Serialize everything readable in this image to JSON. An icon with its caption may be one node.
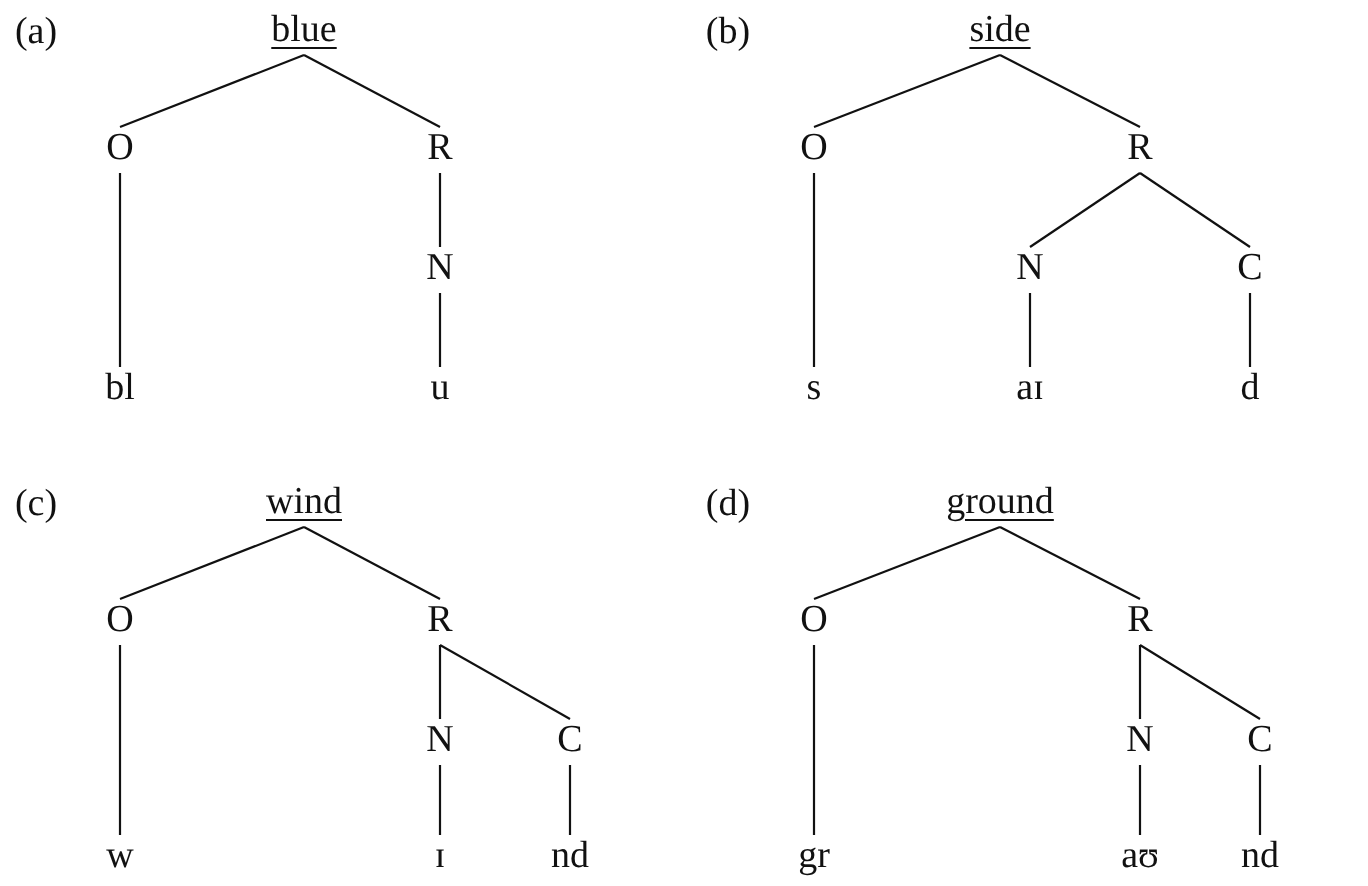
{
  "diagram": {
    "nodes": [
      {
        "text": [
          "blue"
        ]
      },
      {
        "text": [
          "O"
        ]
      },
      {
        "text": [
          "R"
        ]
      },
      {
        "text": [
          "N"
        ]
      },
      {
        "text": [
          "bl"
        ]
      },
      {
        "text": [
          "u"
        ]
      },
      {
        "text": [
          "side"
        ]
      },
      {
        "text": [
          "O"
        ]
      },
      {
        "text": [
          "R"
        ]
      },
      {
        "text": [
          "N"
        ]
      },
      {
        "text": [
          "C"
        ]
      },
      {
        "text": [
          "s"
        ]
      },
      {
        "text": [
          "aɪ"
        ]
      },
      {
        "text": [
          "d"
        ]
      },
      {
        "text": [
          "wind"
        ]
      },
      {
        "text": [
          "O"
        ]
      },
      {
        "text": [
          "R"
        ]
      },
      {
        "text": [
          "N"
        ]
      },
      {
        "text": [
          "C"
        ]
      },
      {
        "text": [
          "w"
        ]
      },
      {
        "text": [
          "ɪ"
        ]
      },
      {
        "text": [
          "nd"
        ]
      },
      {
        "text": [
          "ground"
        ]
      },
      {
        "text": [
          "O"
        ]
      },
      {
        "text": [
          "R"
        ]
      },
      {
        "text": [
          "N"
        ]
      },
      {
        "text": [
          "C"
        ]
      },
      {
        "text": [
          "gr"
        ]
      },
      {
        "text": [
          "aʊ"
        ]
      },
      {
        "text": [
          "nd"
        ]
      }
    ],
    "edges": [
      {
        "from": 0,
        "to": 1,
        "arrow": "none"
      },
      {
        "from": 0,
        "to": 2,
        "arrow": "none"
      },
      {
        "from": 2,
        "to": 3,
        "arrow": "none"
      },
      {
        "from": 1,
        "to": 4,
        "arrow": "none"
      },
      {
        "from": 3,
        "to": 5,
        "arrow": "none"
      },
      {
        "from": 6,
        "to": 7,
        "arrow": "none"
      },
      {
        "from": 6,
        "to": 8,
        "arrow": "none"
      },
      {
        "from": 8,
        "to": 9,
        "arrow": "none"
      },
      {
        "from": 8,
        "to": 10,
        "arrow": "none"
      },
      {
        "from": 7,
        "to": 11,
        "arrow": "none"
      },
      {
        "from": 9,
        "to": 12,
        "arrow": "none"
      },
      {
        "from": 10,
        "to": 13,
        "arrow": "none"
      },
      {
        "from": 14,
        "to": 15,
        "arrow": "none"
      },
      {
        "from": 14,
        "to": 16,
        "arrow": "none"
      },
      {
        "from": 16,
        "to": 17,
        "arrow": "none"
      },
      {
        "from": 16,
        "to": 18,
        "arrow": "none"
      },
      {
        "from": 15,
        "to": 19,
        "arrow": "none"
      },
      {
        "from": 17,
        "to": 20,
        "arrow": "none"
      },
      {
        "from": 18,
        "to": 21,
        "arrow": "none"
      },
      {
        "from": 22,
        "to": 23,
        "arrow": "none"
      },
      {
        "from": 22,
        "to": 24,
        "arrow": "none"
      },
      {
        "from": 24,
        "to": 25,
        "arrow": "none"
      },
      {
        "from": 24,
        "to": 26,
        "arrow": "none"
      },
      {
        "from": 23,
        "to": 27,
        "arrow": "none"
      },
      {
        "from": 25,
        "to": 28,
        "arrow": "none"
      },
      {
        "from": 26,
        "to": 29,
        "arrow": "none"
      }
    ],
    "labels": [
      "(a)",
      "(b)",
      "(c)",
      "(d)"
    ]
  }
}
